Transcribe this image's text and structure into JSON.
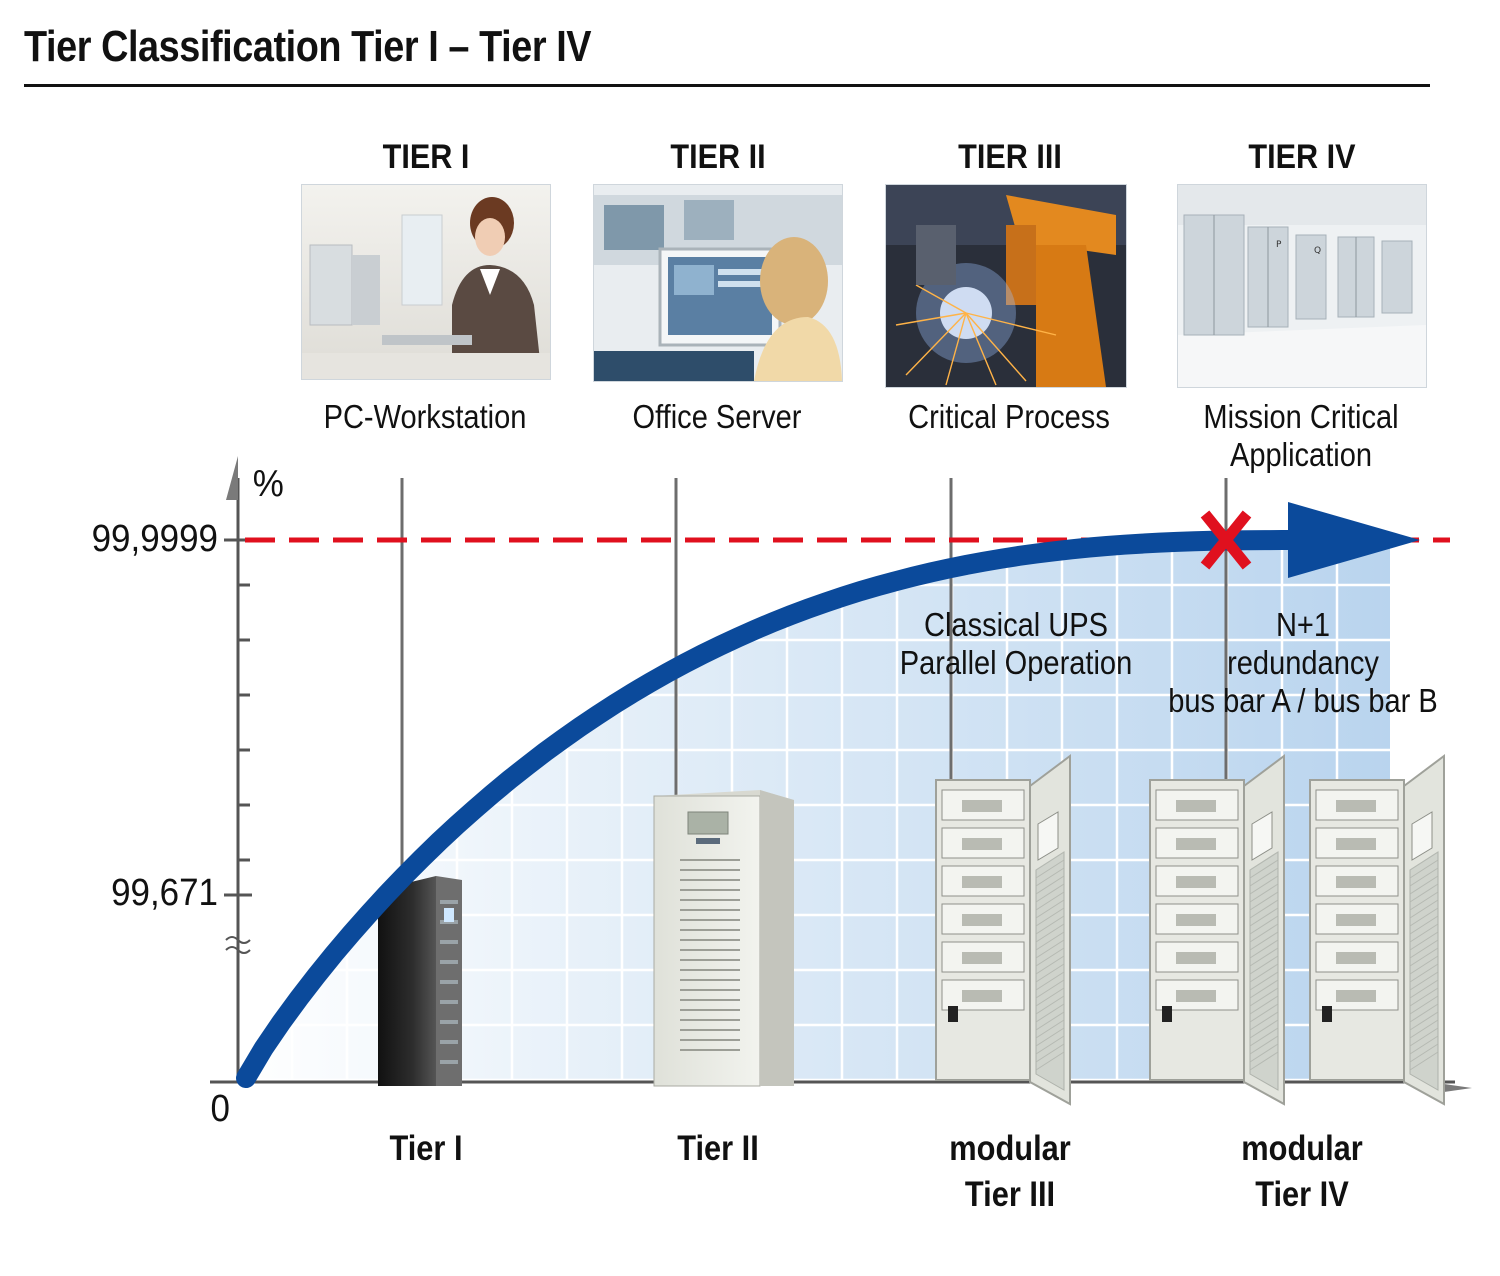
{
  "title": "Tier Classification Tier I – Tier IV",
  "tiers": [
    {
      "heading": "TIER I",
      "caption": "PC-Workstation",
      "photo": "woman-at-workstation-photo",
      "bottom_label": "Tier I"
    },
    {
      "heading": "TIER II",
      "caption": "Office Server",
      "photo": "office-server-photo",
      "bottom_label": "Tier II"
    },
    {
      "heading": "TIER III",
      "caption": "Critical Process",
      "photo": "welding-robot-photo",
      "bottom_label": "modular\nTier III"
    },
    {
      "heading": "TIER IV",
      "caption": "Mission Critical\nApplication",
      "photo": "data-center-photo",
      "bottom_label": "modular\nTier IV"
    }
  ],
  "y_axis": {
    "unit": "%",
    "labels": {
      "top": "99,9999",
      "middle": "99,671",
      "origin": "0"
    },
    "break_symbol": "≈"
  },
  "annotations": {
    "tier3": "Classical UPS\nParallel Operation",
    "tier4": "N+1\nredundancy\nbus bar A / bus bar B"
  },
  "colors": {
    "curve": "#0b4a9b",
    "target_line": "#e0101e",
    "grid_fill": "#c9def2",
    "grid_line": "#ffffff",
    "axis": "#555555",
    "cross": "#e0101e"
  },
  "icons": {
    "ups_tier1": "black-tower-ups-icon",
    "ups_tier2": "grey-cabinet-ups-icon",
    "ups_modular": "modular-rack-ups-icon",
    "cross": "red-x-icon"
  }
}
